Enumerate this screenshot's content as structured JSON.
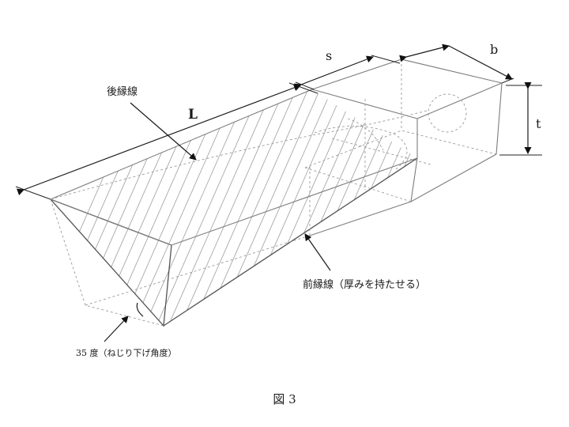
{
  "labels": {
    "L": "L",
    "s": "s",
    "b": "b",
    "t": "t",
    "trailing_edge": "後縁線",
    "leading_edge": "前縁線（厚みを持たせる）",
    "twist_angle": "35 度（ねじり下げ角度）"
  },
  "caption": "図 3"
}
